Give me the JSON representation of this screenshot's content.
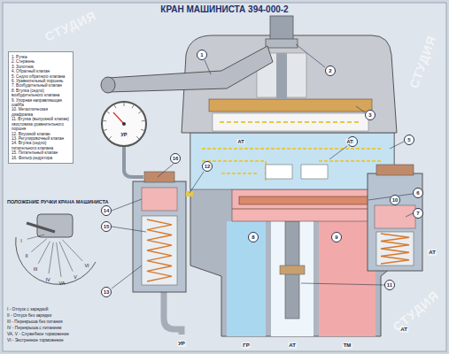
{
  "diagram": {
    "title": "КРАН МАШИНИСТА 394-000-2",
    "nodes": [
      {
        "text": [
          "1. Ручка",
          "2. Стержень",
          "3. Золотник",
          "4. Обратный клапан",
          "5. Седло обратного клапана",
          "6. Уравнительный поршень",
          "7. Возбудительный клапан",
          "8. Втулка (седло) возбудительного клапана",
          "9. Упорная направляющая шайба",
          "10. Металлическая диафрагма",
          "11. Втулка (выпускной клапан) хвостовика уравнительного поршня",
          "12. Впускной клапан",
          "13. Регулировочный клапан",
          "14. Втулка (седло) питательного клапана",
          "15. Питательный клапан",
          "16. Фильтр редуктора"
        ]
      }
    ],
    "labels": [
      "ПОЛОЖЕНИЕ РУЧКИ КРАНА МАШИНИСТА",
      "I - Отпуск с зарядкой",
      "II - Отпуск без зарядки",
      "III - Перекрыша без питания",
      "IV - Перекрыша с питанием",
      "VA, V - Служебное торможение",
      "VI - Экстренное торможение",
      "I",
      "II",
      "III",
      "IV",
      "VA",
      "V",
      "VI",
      "1",
      "2",
      "3",
      "4",
      "5",
      "6",
      "7",
      "8",
      "9",
      "10",
      "11",
      "12",
      "13",
      "14",
      "15",
      "16",
      "УР",
      "УР",
      "ГР",
      "АТ",
      "ТМ",
      "АТ",
      "АТ",
      "АТ",
      "АТ",
      "СТУДИЯ",
      "СТУДИЯ",
      "СТУДИЯ"
    ]
  }
}
